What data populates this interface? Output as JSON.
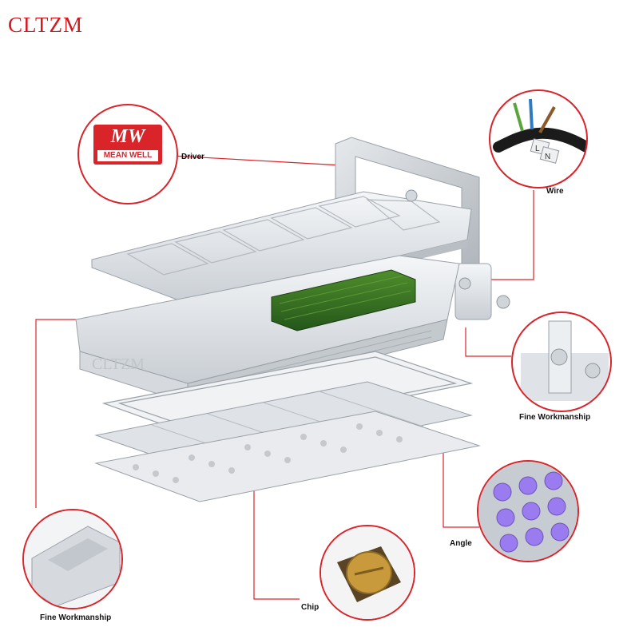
{
  "brand": "CLTZM",
  "callouts": {
    "driver": "Driver",
    "wire": "Wire",
    "fine_workmanship_right": "Fine Workmanship",
    "angle": "Angle",
    "chip": "Chip",
    "fine_workmanship_left": "Fine Workmanship"
  },
  "driver_logo": {
    "mark": "MW",
    "name": "MEAN WELL"
  },
  "wire_tags": [
    "L",
    "N"
  ],
  "housing_imprint": "CLTZM",
  "colors": {
    "accent": "#d9242a",
    "brand": "#d01a1f",
    "driver_board": "#2f6e1f",
    "lens_led": "#9b7cf0",
    "chip_gold": "#c99a3c"
  }
}
